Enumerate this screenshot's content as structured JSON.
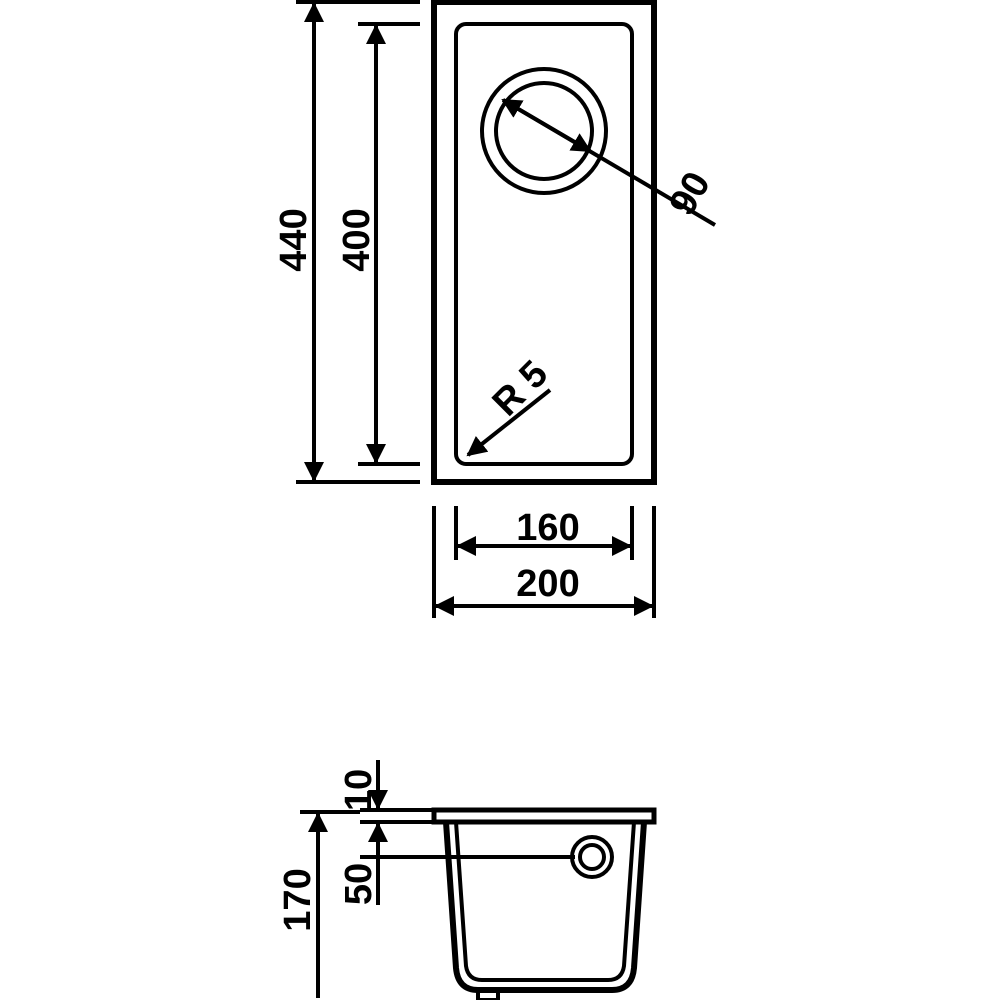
{
  "top_view": {
    "overall_length": "440",
    "inner_length": "400",
    "inner_width": "160",
    "overall_width": "200",
    "drain_diameter": "90",
    "corner_radius": "R 5"
  },
  "side_view": {
    "rim_thickness": "10",
    "drain_height": "50",
    "depth": "170"
  },
  "colors": {
    "line": "#000000",
    "background": "#ffffff"
  }
}
